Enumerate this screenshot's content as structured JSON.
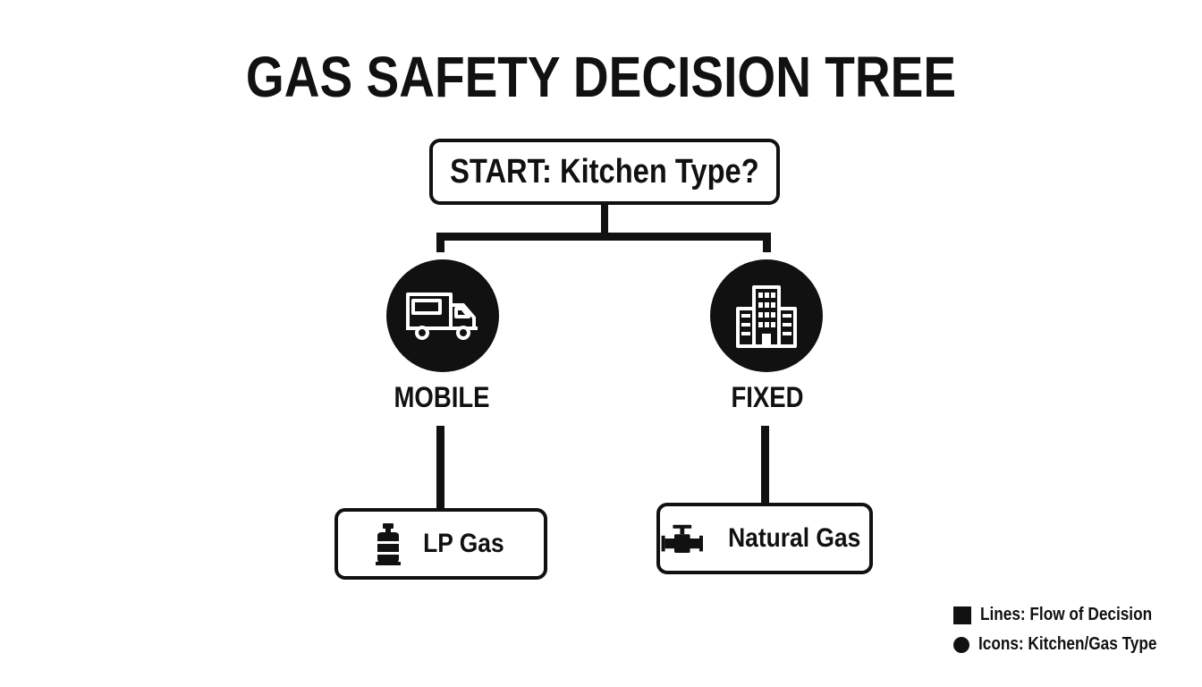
{
  "title": "GAS SAFETY DECISION TREE",
  "start": {
    "label": "START: Kitchen Type?"
  },
  "branches": [
    {
      "label": "MOBILE",
      "icon": "food-truck-icon",
      "result": {
        "label": "LP Gas",
        "icon": "propane-tank-icon"
      }
    },
    {
      "label": "FIXED",
      "icon": "building-icon",
      "result": {
        "label": "Natural Gas",
        "icon": "gas-pipe-valve-icon"
      }
    }
  ],
  "legend": [
    {
      "marker": "square",
      "label": "Lines: Flow of Decision"
    },
    {
      "marker": "circle",
      "label": "Icons: Kitchen/Gas Type"
    }
  ],
  "colors": {
    "ink": "#111111",
    "background": "#ffffff"
  }
}
